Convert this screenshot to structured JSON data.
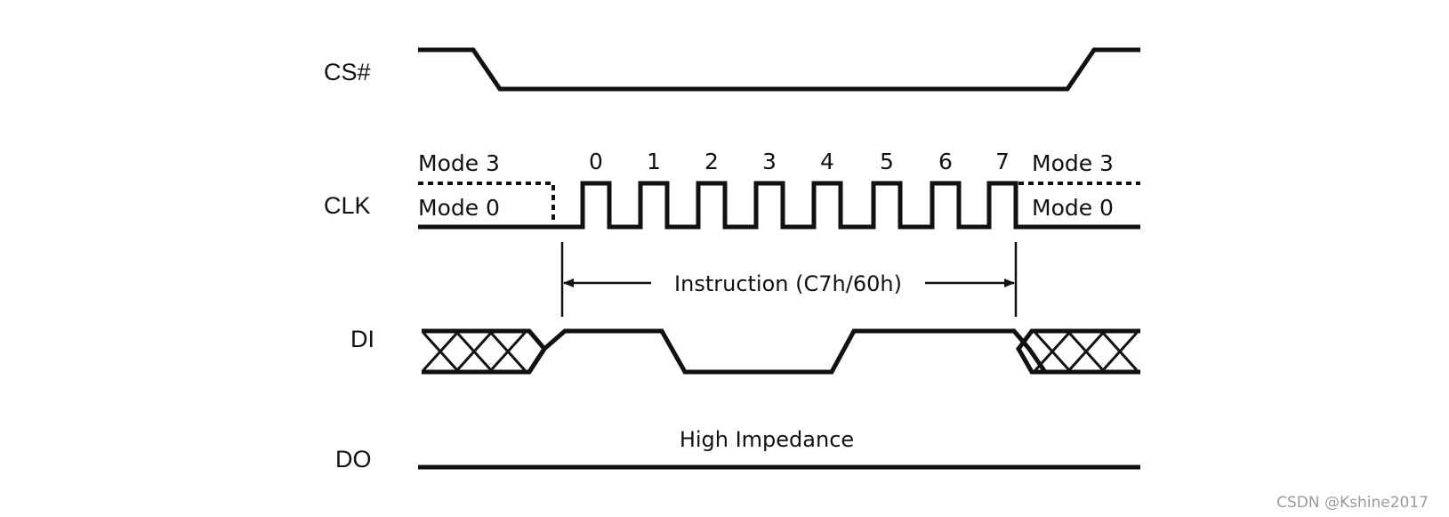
{
  "signals": {
    "cs": "CS#",
    "clk": "CLK",
    "di": "DI",
    "do": "DO"
  },
  "clk": {
    "mode3_left": "Mode 3",
    "mode0_left": "Mode 0",
    "mode3_right": "Mode 3",
    "mode0_right": "Mode 0",
    "cycles": [
      "0",
      "1",
      "2",
      "3",
      "4",
      "5",
      "6",
      "7"
    ]
  },
  "instruction_label": "Instruction (C7h/60h)",
  "do_state_label": "High Impedance",
  "watermark": "CSDN @Kshine2017",
  "colors": {
    "line": "#111111",
    "watermark": "#9a9a9a",
    "background": "#ffffff"
  }
}
